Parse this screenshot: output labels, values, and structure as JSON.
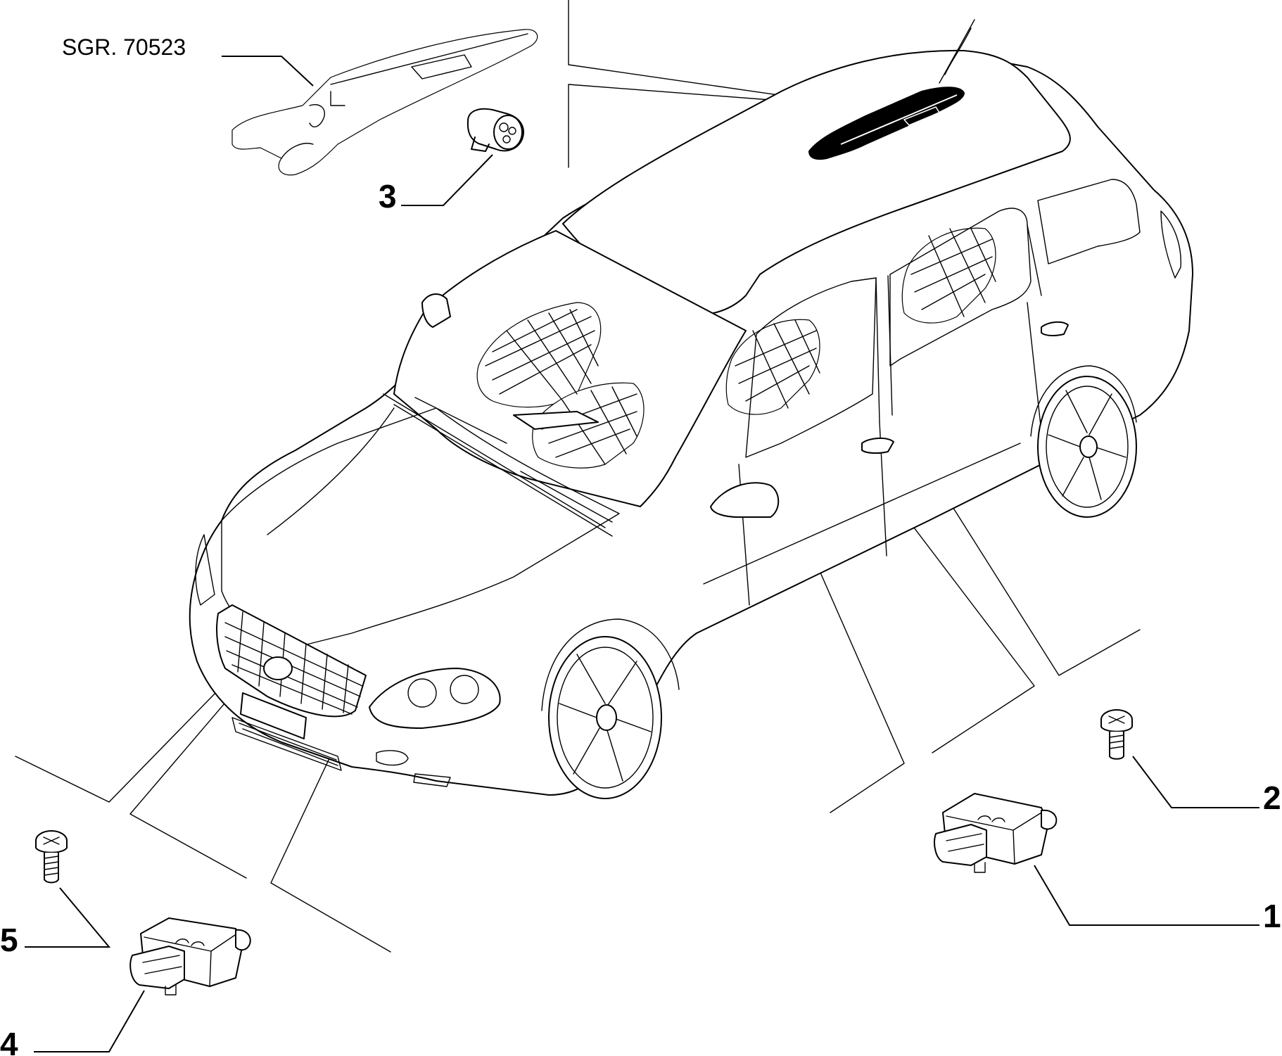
{
  "reference_label": "SGR. 70523",
  "callouts": [
    {
      "id": "1",
      "label": "1"
    },
    {
      "id": "2",
      "label": "2"
    },
    {
      "id": "3",
      "label": "3"
    },
    {
      "id": "4",
      "label": "4"
    },
    {
      "id": "5",
      "label": "5"
    }
  ]
}
